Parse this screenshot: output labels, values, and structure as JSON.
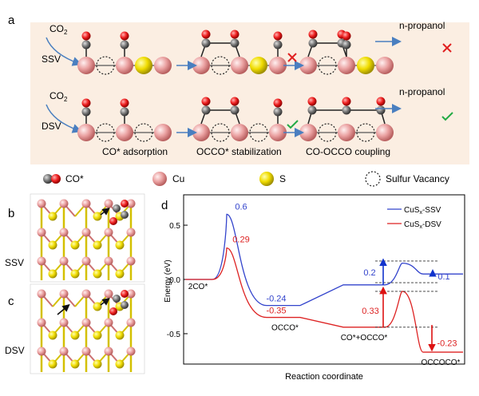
{
  "panel_a": {
    "label": "a",
    "co2": "CO",
    "co2_sub": "2",
    "ssv": "SSV",
    "dsv": "DSV",
    "product": "n-propanol",
    "step1": "CO* adsorption",
    "step2": "OCCO* stabilization",
    "step3": "CO-OCCO coupling",
    "legend": {
      "co": "CO*",
      "cu": "Cu",
      "s": "S",
      "vac": "Sulfur Vacancy"
    },
    "colors": {
      "background": "#fbeee2",
      "cu": "#e8a0a0",
      "s": "#e8d000",
      "c": "#555555",
      "o": "#e02020",
      "check": "#22aa44",
      "cross": "#e02020"
    }
  },
  "panel_b": {
    "label": "b",
    "name": "SSV"
  },
  "panel_c": {
    "label": "c",
    "name": "DSV"
  },
  "panel_d": {
    "label": "d"
  },
  "chart_data": {
    "type": "line",
    "ylabel": "Energy (eV)",
    "xlabel": "Reaction coordinate",
    "ylim": [
      -0.78,
      0.78
    ],
    "yticks": [
      -0.5,
      0.0,
      0.5
    ],
    "ytick_labels": [
      "-0.5",
      "0.0",
      "0.5"
    ],
    "states": [
      "2CO*",
      "OCCO*",
      "CO*+OCCO*",
      "OCCOCO*"
    ],
    "series": [
      {
        "name": "CuSx-SSV",
        "color": "#3344cc",
        "values": [
          0.0,
          0.6,
          -0.24,
          -0.05,
          0.15,
          0.05
        ],
        "labels": [
          "0.6",
          "-0.24",
          "0.2",
          "0.1"
        ]
      },
      {
        "name": "CuSx-DSV",
        "color": "#dd2222",
        "values": [
          0.0,
          0.29,
          -0.35,
          -0.44,
          -0.11,
          -0.67
        ],
        "labels": [
          "0.29",
          "-0.35",
          "0.33",
          "-0.23"
        ]
      }
    ],
    "legend_name": "CuS",
    "legend_sub": "x",
    "legend_suffixes": [
      "-SSV",
      "-DSV"
    ]
  }
}
